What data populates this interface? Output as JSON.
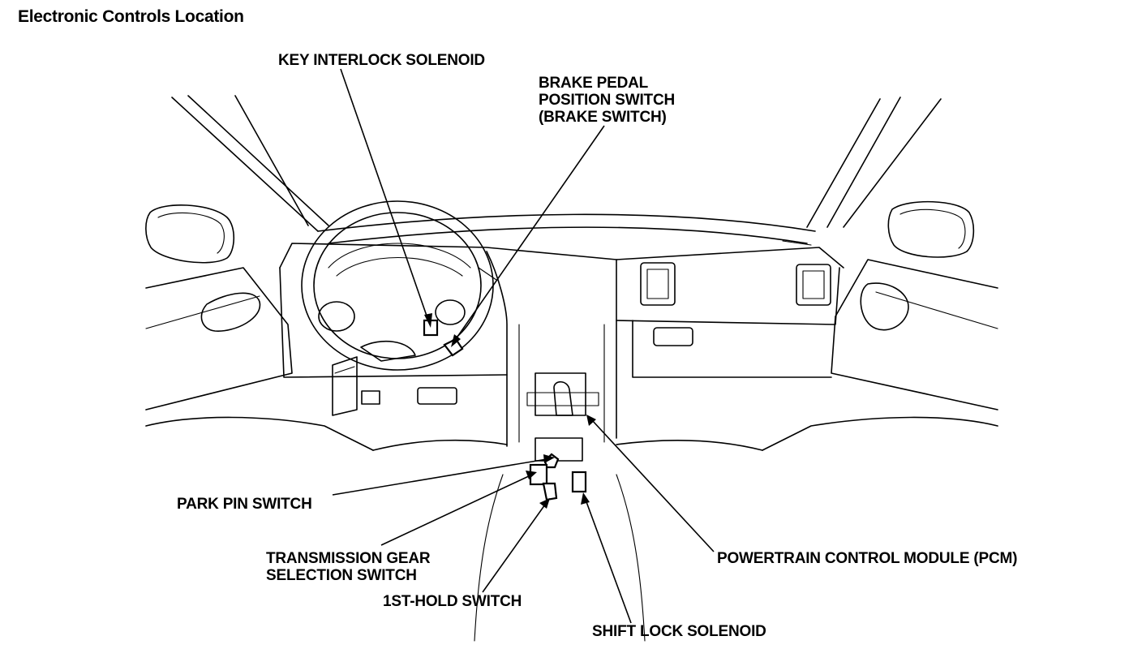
{
  "title": "Electronic Controls Location",
  "labels": {
    "key_interlock": "KEY INTERLOCK SOLENOID",
    "brake_switch": [
      "BRAKE PEDAL",
      "POSITION SWITCH",
      "(BRAKE SWITCH)"
    ],
    "park_pin": "PARK PIN SWITCH",
    "trans_gear": [
      "TRANSMISSION GEAR",
      "SELECTION SWITCH"
    ],
    "first_hold": "1ST-HOLD SWITCH",
    "shift_lock": "SHIFT LOCK SOLENOID",
    "pcm": "POWERTRAIN CONTROL MODULE (PCM)"
  }
}
